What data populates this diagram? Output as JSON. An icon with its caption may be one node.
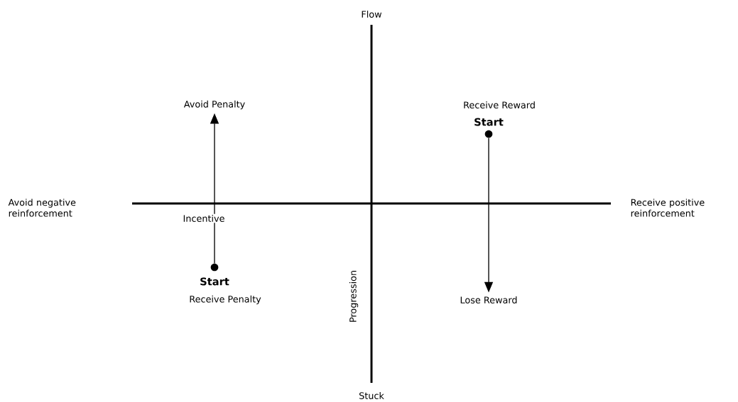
{
  "diagram": {
    "nodes": [
      {
        "text": [
          "Avoid Penalty"
        ]
      },
      {
        "text": [],
        "shape": "circle",
        "beside": [
          "Start",
          "Receive Penalty"
        ]
      },
      {
        "text": [],
        "shape": "circle",
        "beside": [
          "Receive Reward",
          "Start"
        ]
      },
      {
        "text": [
          "Lose Reward"
        ]
      }
    ],
    "edges": [
      {
        "from": 1,
        "to": 0,
        "arrow": "to"
      },
      {
        "from": 2,
        "to": 3,
        "arrow": "to"
      }
    ],
    "labels": [
      "Flow",
      "Avoid negative reinforcement",
      "Receive positive reinforcement",
      "Incentive",
      "Progression",
      "Stuck"
    ]
  }
}
